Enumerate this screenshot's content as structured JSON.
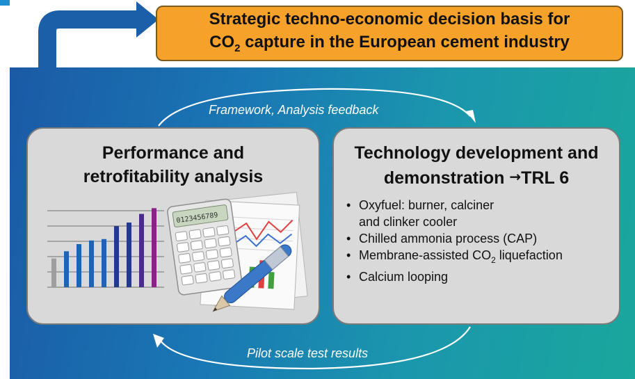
{
  "goal": {
    "line1": "Strategic techno-economic decision basis for",
    "line2_pre": "CO",
    "line2_sub": "2",
    "line2_post": " capture in the European cement industry"
  },
  "feedback_top": "Framework, Analysis feedback",
  "feedback_bottom": "Pilot scale test results",
  "left_panel": {
    "title_line1": "Performance and",
    "title_line2": "retrofitability analysis",
    "calculator_display": "0123456789",
    "bar_values": [
      4,
      5,
      6,
      6.5,
      6.7,
      8.5,
      9,
      10.2,
      11
    ],
    "bar_colors": [
      "#9e9e9e",
      "#1f64b4",
      "#1f64b4",
      "#1f64b4",
      "#1f64b4",
      "#233a8c",
      "#233a8c",
      "#4a2a8c",
      "#8c1f8c"
    ]
  },
  "right_panel": {
    "title_line1": "Technology development and",
    "title_line2_pre": "demonstration ",
    "title_arrow": "→",
    "title_line2_post": "TRL 6",
    "bullets": [
      {
        "line1": "Oxyfuel: burner, calciner",
        "line2": "and clinker cooler"
      },
      {
        "line1": "Chilled ammonia process (CAP)"
      },
      {
        "pre": "Membrane-assisted CO",
        "sub": "2",
        "post": " liquefaction"
      },
      {
        "line1": "Calcium looping"
      }
    ]
  },
  "colors": {
    "goal_fill": "#f5a12a",
    "arrow": "#1b5fa8",
    "panel_fill": "#d9d9d9"
  }
}
